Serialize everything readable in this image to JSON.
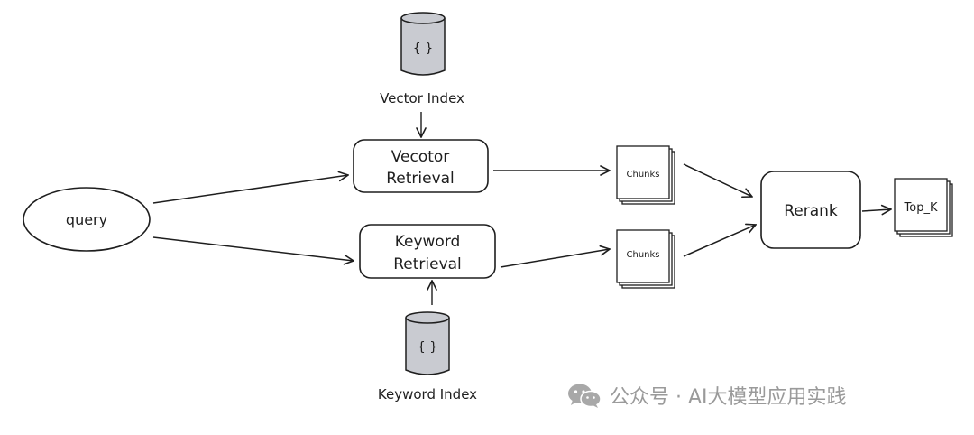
{
  "diagram": {
    "nodes": {
      "query": "query",
      "vector_retrieval_line1": "Vecotor",
      "vector_retrieval_line2": "Retrieval",
      "keyword_retrieval_line1": "Keyword",
      "keyword_retrieval_line2": "Retrieval",
      "vector_index_label": "Vector Index",
      "keyword_index_label": "Keyword Index",
      "db_icon_glyph": "{ }",
      "chunks_top": "Chunks",
      "chunks_bottom": "Chunks",
      "rerank": "Rerank",
      "top_k": "Top_K"
    },
    "colors": {
      "stroke": "#1e1e1e",
      "database_fill": "#c9cbd1",
      "paper_fill": "#ffffff",
      "watermark": "#9a9a9a"
    }
  },
  "watermark": {
    "icon": "wechat-icon",
    "text": "公众号 · AI大模型应用实践"
  }
}
